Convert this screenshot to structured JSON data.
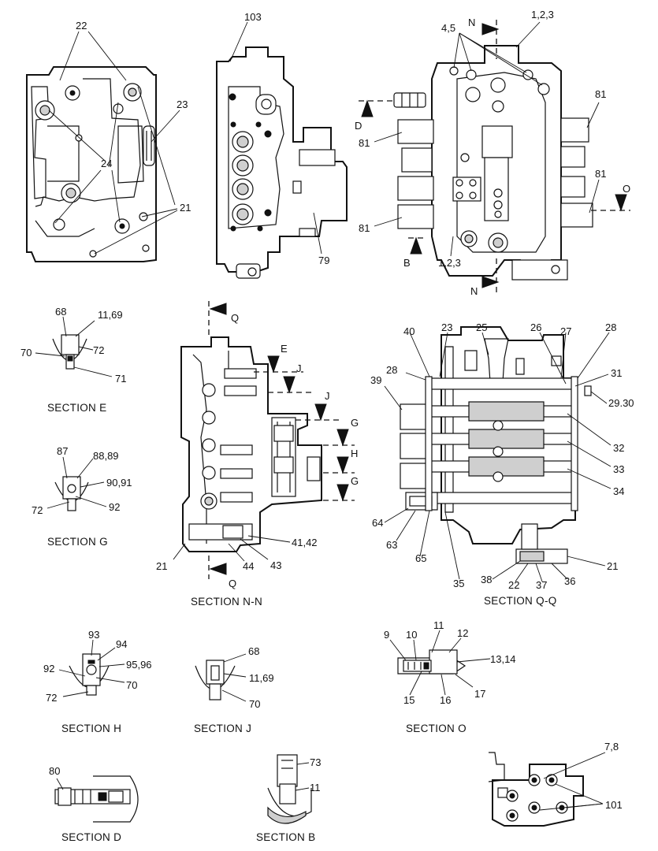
{
  "views": {
    "top_left": {
      "labels": [
        "22",
        "23",
        "24",
        "21"
      ]
    },
    "top_middle": {
      "labels": [
        "103",
        "79"
      ]
    },
    "top_right": {
      "labels": [
        "4,5",
        "N",
        "1,2,3",
        "81",
        "D",
        "81",
        "81",
        "O",
        "81",
        "B",
        "1,2,3",
        "N"
      ]
    },
    "section_nn": {
      "caption": "SECTION N-N",
      "labels": [
        "Q",
        "E",
        "J",
        "J",
        "G",
        "H",
        "G",
        "41,42",
        "21",
        "44",
        "43",
        "Q"
      ]
    },
    "section_qq": {
      "caption": "SECTION Q-Q",
      "labels": [
        "40",
        "23",
        "25",
        "26",
        "27",
        "28",
        "28",
        "31",
        "39",
        "29.30",
        "32",
        "33",
        "34",
        "64",
        "63",
        "65",
        "35",
        "38",
        "22",
        "37",
        "36",
        "21"
      ]
    },
    "section_e": {
      "caption": "SECTION  E",
      "labels": [
        "68",
        "11,69",
        "70",
        "72",
        "71"
      ]
    },
    "section_g": {
      "caption": "SECTION  G",
      "labels": [
        "87",
        "88,89",
        "90,91",
        "72",
        "92"
      ]
    },
    "section_h": {
      "caption": "SECTION  H",
      "labels": [
        "93",
        "94",
        "92",
        "95,96",
        "70",
        "72"
      ]
    },
    "section_j": {
      "caption": "SECTION  J",
      "labels": [
        "68",
        "11,69",
        "70"
      ]
    },
    "section_o": {
      "caption": "SECTION  O",
      "labels": [
        "9",
        "10",
        "11",
        "12",
        "13,14",
        "15",
        "16",
        "17"
      ]
    },
    "section_d": {
      "caption": "SECTION  D",
      "labels": [
        "80"
      ]
    },
    "section_b": {
      "caption": "SECTION  B",
      "labels": [
        "73",
        "11"
      ]
    },
    "detail": {
      "labels": [
        "7,8",
        "101"
      ]
    }
  }
}
